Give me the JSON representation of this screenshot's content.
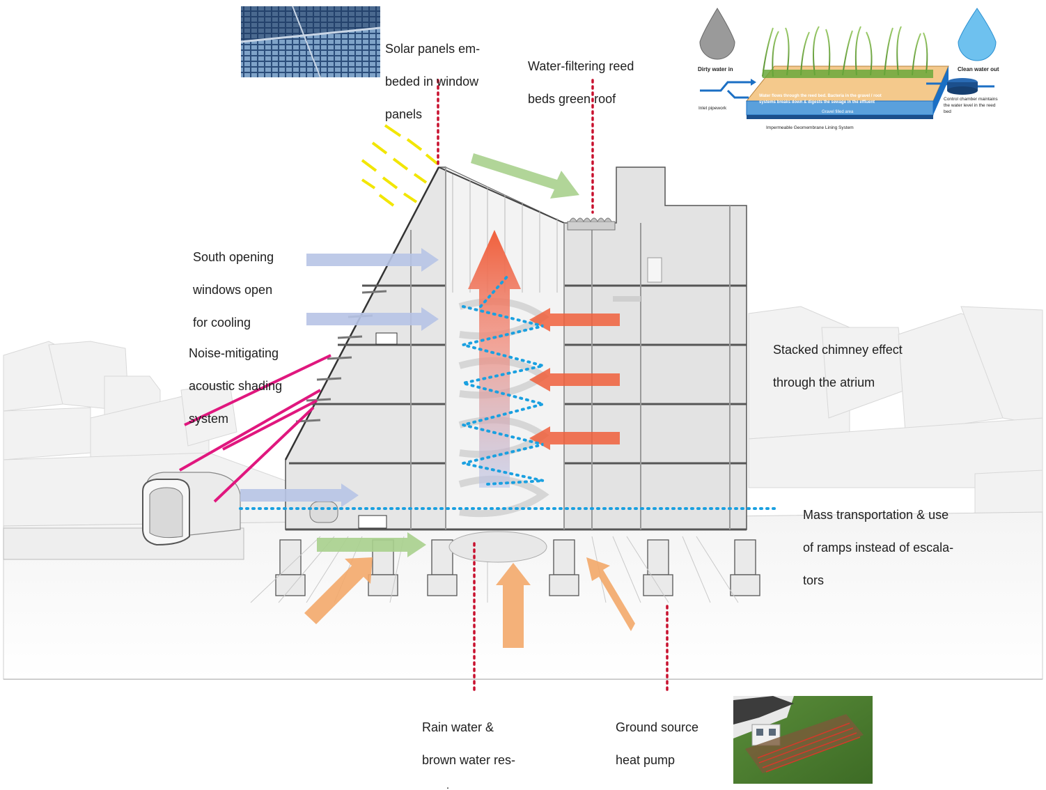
{
  "labels": {
    "solar_panels": [
      "Solar panels em-",
      "beded in window",
      "panels"
    ],
    "reed_beds": [
      "Water-filtering reed",
      "beds green roof"
    ],
    "south_windows": [
      "South opening",
      "windows open",
      "for cooling"
    ],
    "noise_shading": [
      "Noise-mitigating",
      "acoustic shading",
      "system"
    ],
    "chimney": [
      "Stacked chimney effect",
      "through the atrium"
    ],
    "mass_transport": [
      "Mass transportation & use",
      "of ramps instead of escala-",
      "tors"
    ],
    "rain_water": [
      "Rain water &",
      "brown water res-",
      "ervoir"
    ],
    "ground_source": [
      "Ground source",
      "heat pump"
    ]
  },
  "reed_bed_inset": {
    "dirty_water": "Dirty water in",
    "clean_water": "Clean water out",
    "inlet": "Inlet pipework",
    "flow_text_1": "Water flows through the reed bed. Bacteria in the gravel / root",
    "flow_text_2": "systems breaks down & digests the sewage in the effluent",
    "gravel": "Gravel filled area",
    "lining": "Impermeable Geomembrane Lining System",
    "control_1": "Control chamber maintains",
    "control_2": "the water level in the reed",
    "control_3": "bed"
  },
  "colors": {
    "leader_line": "#c8102e",
    "noise_line": "#e0177e",
    "sun_ray": "#f2e600",
    "cool_air": "#b7c4e6",
    "warm_air": "#f0603c",
    "fresh_air": "#a8d08d",
    "ground_heat": "#f3a96a",
    "air_path": "#1aa0e0",
    "water_blue": "#1b6fc4"
  },
  "icons": {
    "solar_photo": "solar-panel-photo",
    "reed_bed_diagram": "reed-bed-diagram",
    "heat_pump_photo": "heat-pump-photo"
  }
}
